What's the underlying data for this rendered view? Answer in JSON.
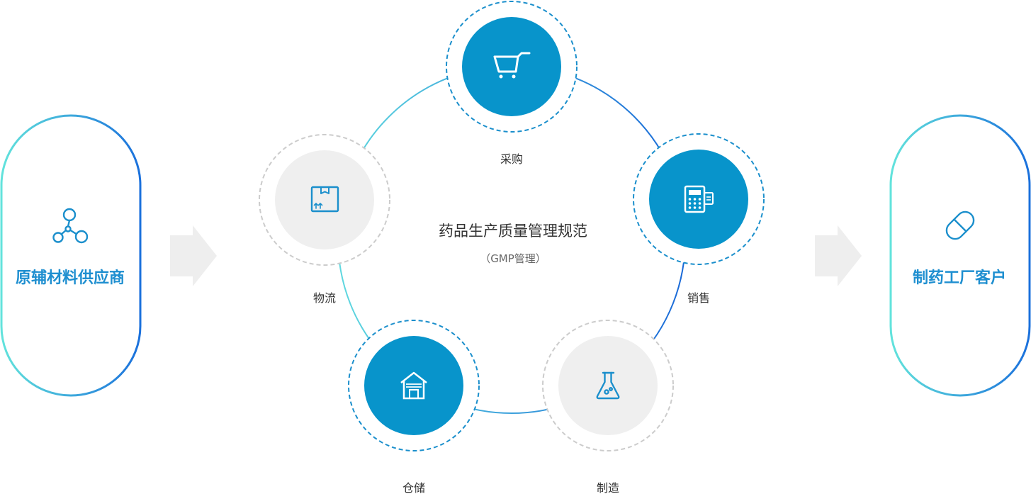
{
  "left_pill": {
    "label": "原辅材料供应商",
    "icon": "molecule-icon"
  },
  "right_pill": {
    "label": "制药工厂客户",
    "icon": "capsule-icon"
  },
  "center": {
    "title": "药品生产质量管理规范",
    "subtitle": "（GMP管理）"
  },
  "nodes": {
    "purchase": {
      "label": "采购",
      "icon": "shopping-cart-icon"
    },
    "sales": {
      "label": "销售",
      "icon": "pos-terminal-icon"
    },
    "manufacturing": {
      "label": "制造",
      "icon": "flask-icon"
    },
    "warehouse": {
      "label": "仓储",
      "icon": "warehouse-icon"
    },
    "logistics": {
      "label": "物流",
      "icon": "package-box-icon"
    }
  },
  "colors": {
    "accent_blue": "#0894cb",
    "inactive_gray": "#efefef",
    "ring_cyan": "#5fd6e0",
    "ring_blue": "#1a73d9",
    "arrow_gray": "#eeeeee"
  }
}
